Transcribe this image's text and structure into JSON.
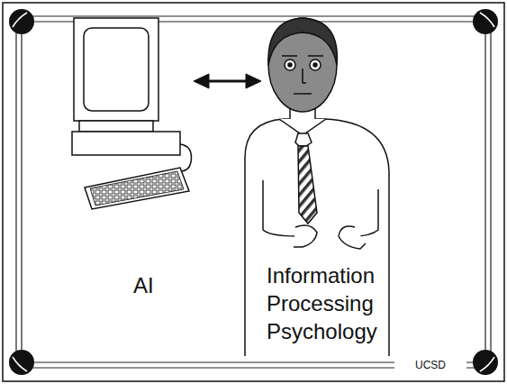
{
  "diagram": {
    "labels": [
      "AI",
      "Information Processing Psychology",
      "UCSD"
    ]
  }
}
